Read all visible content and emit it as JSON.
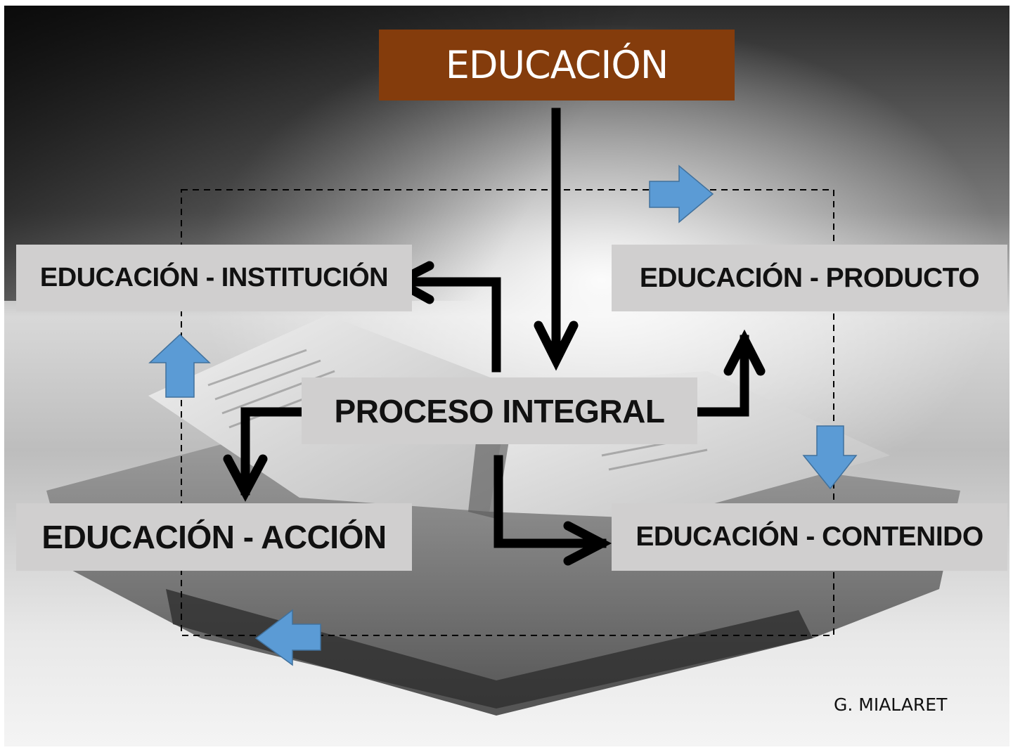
{
  "diagram": {
    "title": "EDUCACIÓN",
    "center": "PROCESO INTEGRAL",
    "nodes": {
      "institucion": "EDUCACIÓN - INSTITUCIÓN",
      "producto": "EDUCACIÓN - PRODUCTO",
      "accion": "EDUCACIÓN - ACCIÓN",
      "contenido": "EDUCACIÓN - CONTENIDO"
    },
    "author": "G. MIALARET"
  },
  "colors": {
    "title_background": "#843c0c",
    "box_background": "#d0cfcf",
    "cycle_arrow": "#5b9bd5",
    "connector": "#000000"
  },
  "background_image": "open-books-photo"
}
